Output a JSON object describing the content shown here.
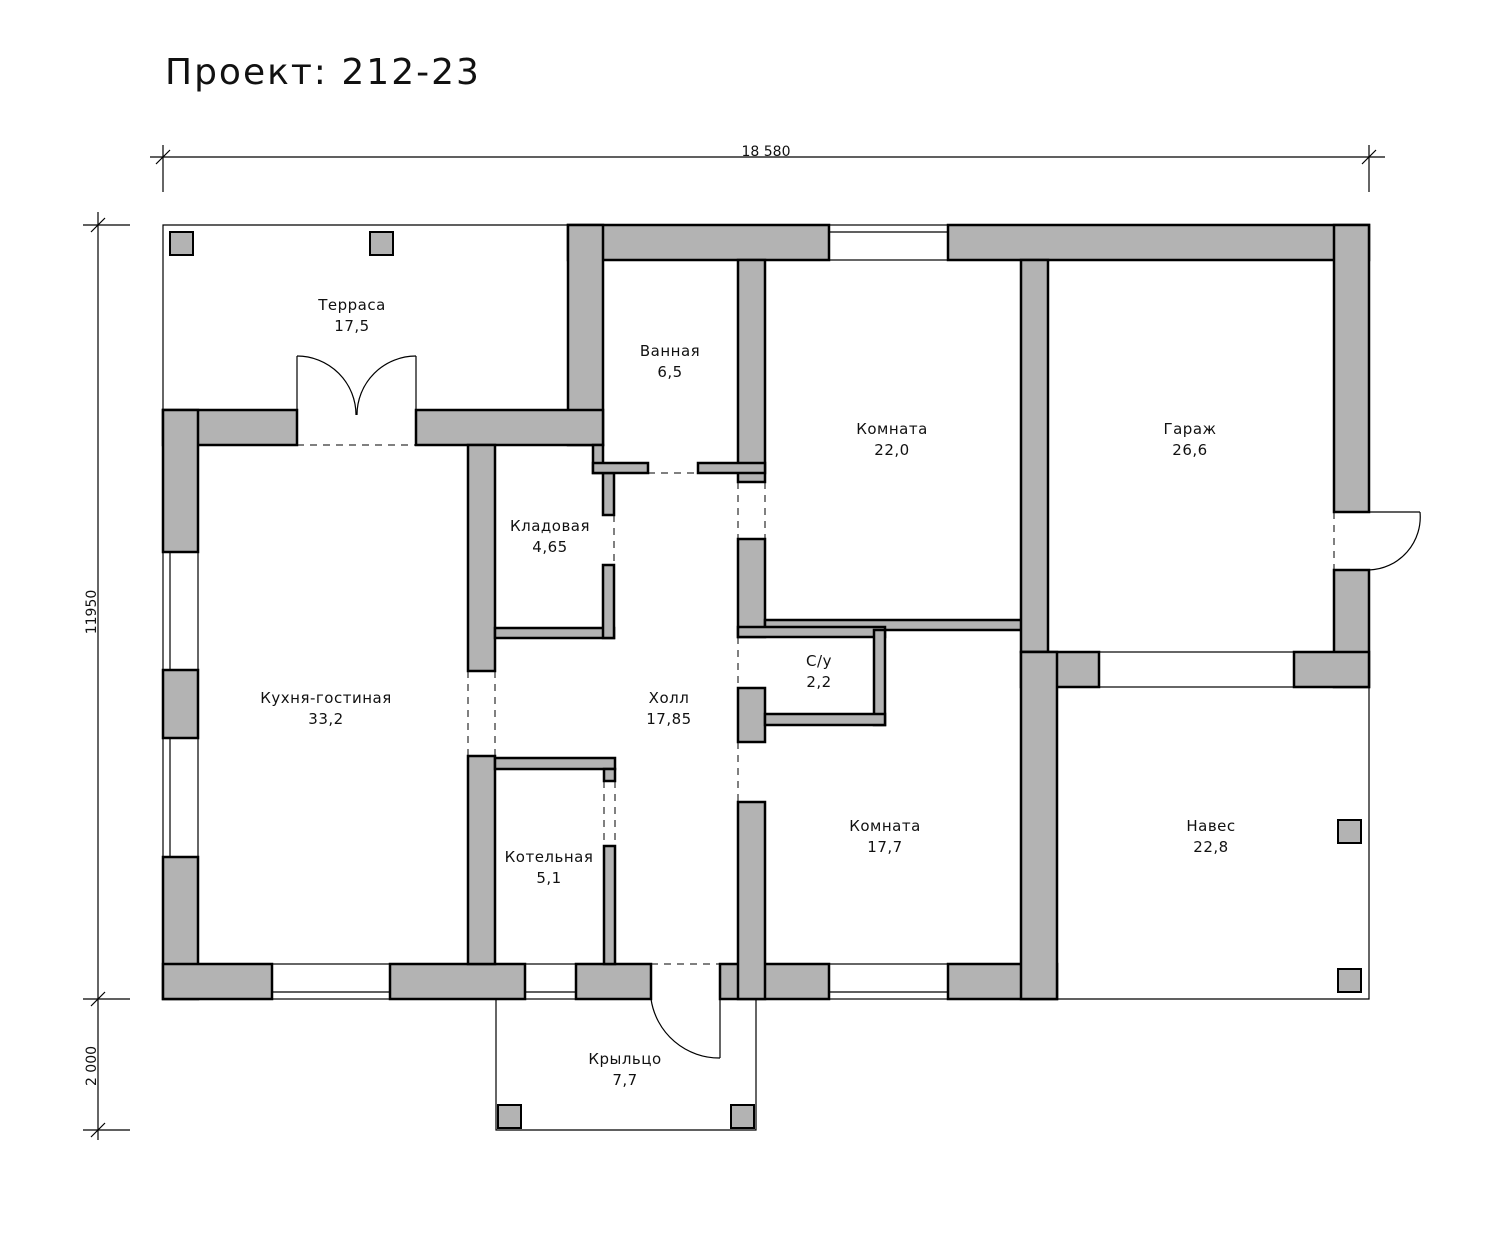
{
  "title": "Проект: 212-23",
  "dimensions": {
    "total_width": "18 580",
    "total_depth": "11950",
    "porch_depth": "2 000"
  },
  "rooms": [
    {
      "id": "terrace",
      "name": "Терраса",
      "area": "17,5"
    },
    {
      "id": "bathroom",
      "name": "Ванная",
      "area": "6,5"
    },
    {
      "id": "room-1",
      "name": "Комната",
      "area": "22,0"
    },
    {
      "id": "garage",
      "name": "Гараж",
      "area": "26,6"
    },
    {
      "id": "storage",
      "name": "Кладовая",
      "area": "4,65"
    },
    {
      "id": "kitchen-living",
      "name": "Кухня-гостиная",
      "area": "33,2"
    },
    {
      "id": "hall",
      "name": "Холл",
      "area": "17,85"
    },
    {
      "id": "wc",
      "name": "С/у",
      "area": "2,2"
    },
    {
      "id": "room-2",
      "name": "Комната",
      "area": "17,7"
    },
    {
      "id": "canopy",
      "name": "Навес",
      "area": "22,8"
    },
    {
      "id": "boiler",
      "name": "Котельная",
      "area": "5,1"
    },
    {
      "id": "porch",
      "name": "Крыльцо",
      "area": "7,7"
    }
  ]
}
